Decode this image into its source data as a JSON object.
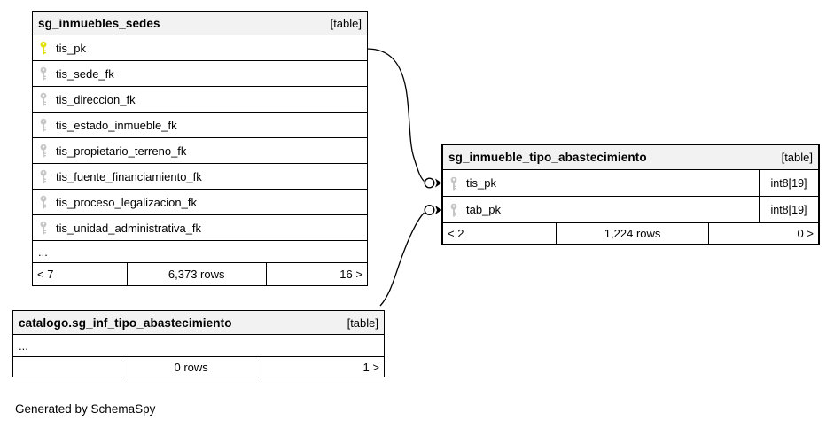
{
  "credit": "Generated by SchemaSpy",
  "colors": {
    "border": "#000000",
    "header_background": "#f2f2f2",
    "primary_key_icon": "#e0e000",
    "foreign_key_icon": "#c6c6c6",
    "background": "#ffffff"
  },
  "tables": [
    {
      "name": "sg_inmuebles_sedes",
      "badge": "[table]",
      "columns": [
        {
          "label": "tis_pk",
          "key": "primary"
        },
        {
          "label": "tis_sede_fk",
          "key": "foreign"
        },
        {
          "label": "tis_direccion_fk",
          "key": "foreign"
        },
        {
          "label": "tis_estado_inmueble_fk",
          "key": "foreign"
        },
        {
          "label": "tis_propietario_terreno_fk",
          "key": "foreign"
        },
        {
          "label": "tis_fuente_financiamiento_fk",
          "key": "foreign"
        },
        {
          "label": "tis_proceso_legalizacion_fk",
          "key": "foreign"
        },
        {
          "label": "tis_unidad_administrativa_fk",
          "key": "foreign"
        }
      ],
      "ellipsis": "...",
      "footer": {
        "left": "< 7",
        "center": "6,373 rows",
        "right": "16 >"
      }
    },
    {
      "name": "sg_inmueble_tipo_abastecimiento",
      "badge": "[table]",
      "columns": [
        {
          "label": "tis_pk",
          "type": "int8[19]",
          "key": "foreign"
        },
        {
          "label": "tab_pk",
          "type": "int8[19]",
          "key": "foreign"
        }
      ],
      "footer": {
        "left": "< 2",
        "center": "1,224 rows",
        "right": "0 >"
      }
    },
    {
      "name": "catalogo.sg_inf_tipo_abastecimiento",
      "badge": "[table]",
      "ellipsis": "...",
      "footer": {
        "left": "",
        "center": "0 rows",
        "right": "1 >"
      }
    }
  ]
}
